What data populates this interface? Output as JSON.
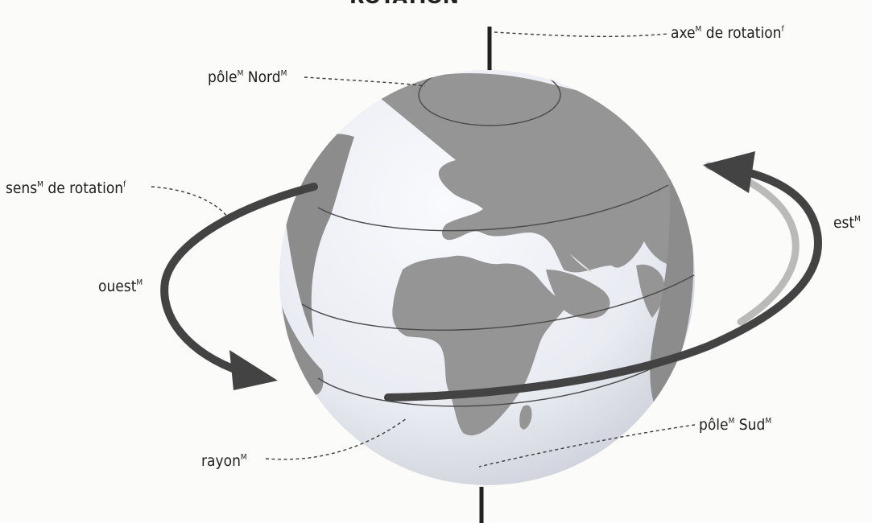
{
  "header_fragment": "ROTATION",
  "colors": {
    "ocean": "#eef0f6",
    "land": "#979797",
    "land_edge": "#6f6f6f",
    "arrow": "#434343",
    "line": "#2a2a2a"
  },
  "labels": {
    "axis": {
      "main": "axe",
      "sup1": "M",
      "middle": " de rotation",
      "sup2": "f"
    },
    "north": {
      "main": "pôle",
      "sup1": "M",
      "middle": " Nord",
      "sup2": "M"
    },
    "direction": {
      "main": "sens",
      "sup1": "M",
      "middle": " de rotation",
      "sup2": "f"
    },
    "west": {
      "main": "ouest",
      "sup1": "M",
      "middle": "",
      "sup2": ""
    },
    "east": {
      "main": "est",
      "sup1": "M",
      "middle": "",
      "sup2": ""
    },
    "south": {
      "main": "pôle",
      "sup1": "M",
      "middle": " Sud",
      "sup2": "M"
    },
    "radius": {
      "main": "rayon",
      "sup1": "M",
      "middle": "",
      "sup2": ""
    }
  }
}
